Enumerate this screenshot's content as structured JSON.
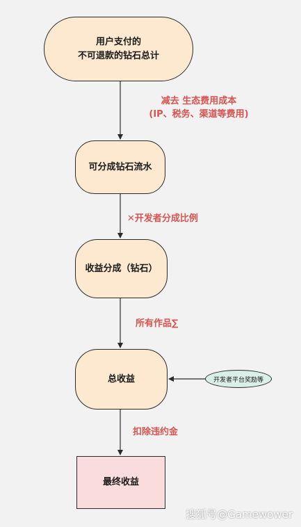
{
  "nodes": {
    "start": {
      "line1": "用户支付的",
      "line2": "不可退款的钻石总计"
    },
    "flow": "可分成钻石流水",
    "share": "收益分成（钻石）",
    "total": "总收益",
    "final": "最终收益",
    "side": "开发者平台奖励等"
  },
  "edge_labels": {
    "e1_line1": "减去 生态费用成本",
    "e1_line2": "(IP、税务、渠道等费用)",
    "e2": "✕开发者分成比例",
    "e3": "所有作品∑",
    "e4": "扣除违约金"
  },
  "watermark": "搜狐号@Gamewower",
  "colors": {
    "node_fill": "#fde9cf",
    "final_fill": "#fbdcdc",
    "side_fill": "#d9efe8",
    "label": "#d9534f",
    "line": "#2a2a2a",
    "background": "#f2f2f2"
  }
}
